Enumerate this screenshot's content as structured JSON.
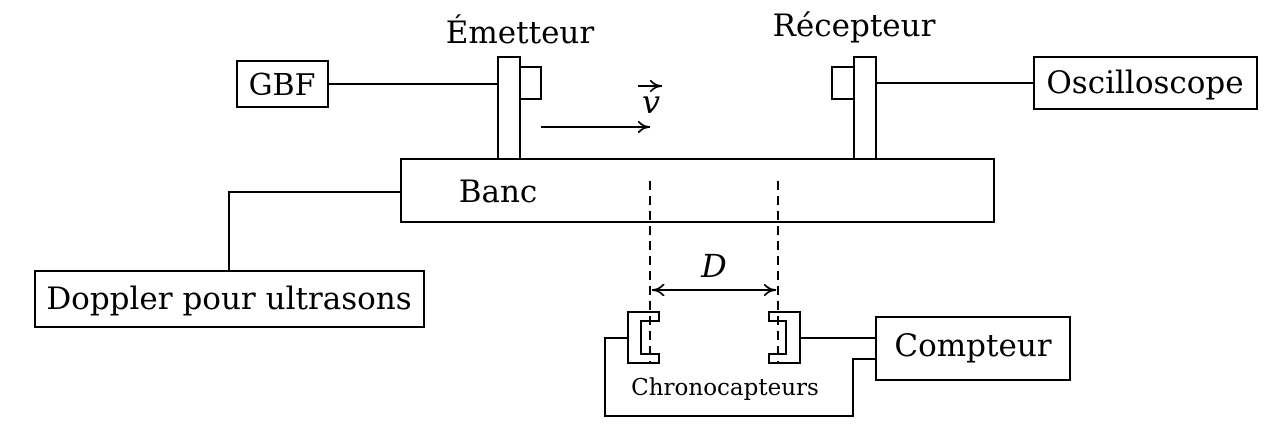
{
  "labels": {
    "emetteur": "Émetteur",
    "recepteur": "Récepteur",
    "gbf": "GBF",
    "oscilloscope": "Oscilloscope",
    "velocity": "v",
    "banc": "Banc",
    "doppler": "Doppler pour ultrasons",
    "distance": "D",
    "compteur": "Compteur",
    "chronocapteurs": "Chronocapteurs"
  }
}
